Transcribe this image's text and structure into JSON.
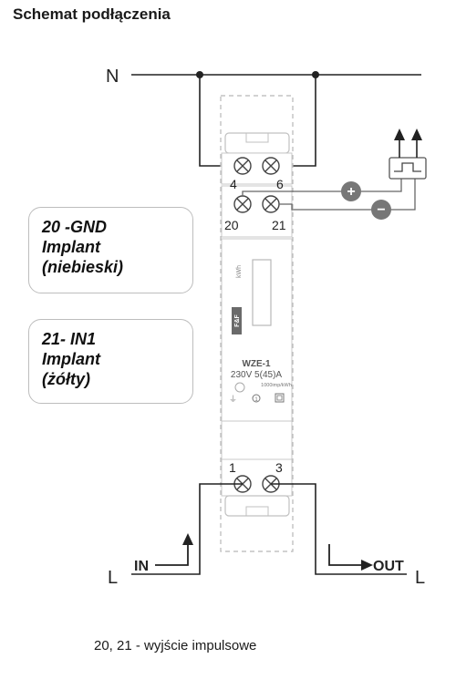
{
  "title": "Schemat podłączenia",
  "footer": "20, 21 - wyjście impulsowe",
  "labels": {
    "neutral": "N",
    "line_left": "L",
    "line_right": "L",
    "input": "IN",
    "output": "OUT",
    "plus": "+",
    "minus": "−"
  },
  "terminals": {
    "t4": "4",
    "t6": "6",
    "t20": "20",
    "t21": "21",
    "t1": "1",
    "t3": "3"
  },
  "device": {
    "model": "WZE-1",
    "rating": "230V  5(45)A",
    "unit": "kWh",
    "impulses": "1000imp/kWh",
    "brand": "F&F"
  },
  "callouts": [
    {
      "line1": "20 -GND",
      "line2": "Implant",
      "line3": "(niebieski)"
    },
    {
      "line1": "21- IN1",
      "line2": "Implant",
      "line3": "(żółty)"
    }
  ]
}
